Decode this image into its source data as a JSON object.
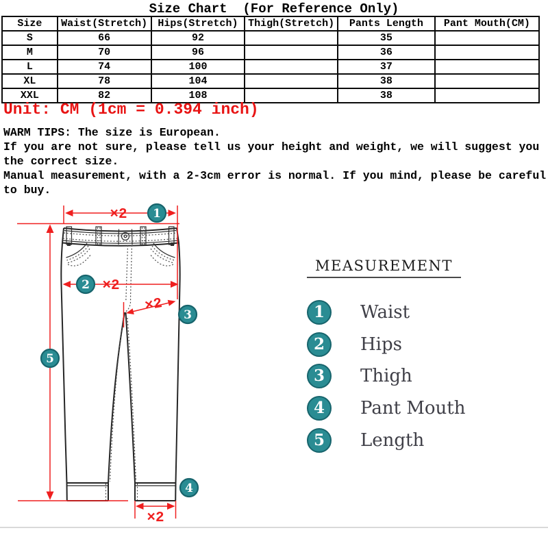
{
  "title": "Size Chart  (For Reference Only)",
  "table": {
    "headers": [
      "Size",
      "Waist(Stretch)",
      "Hips(Stretch)",
      "Thigh(Stretch)",
      "Pants Length",
      "Pant Mouth(CM)"
    ],
    "rows": [
      [
        "S",
        "66",
        "92",
        "",
        "35",
        ""
      ],
      [
        "M",
        "70",
        "96",
        "",
        "36",
        ""
      ],
      [
        "L",
        "74",
        "100",
        "",
        "37",
        ""
      ],
      [
        "XL",
        "78",
        "104",
        "",
        "38",
        ""
      ],
      [
        "XXL",
        "82",
        "108",
        "",
        "38",
        ""
      ]
    ]
  },
  "notes": {
    "unit_line": "Unit: CM (1cm = 0.394 inch)",
    "tip_lines": [
      "WARM TIPS: The size is European.",
      "If you are not sure, please tell us your height and weight, we will suggest you",
      "the correct size.",
      "Manual measurement, with a 2-3cm error is normal. If you mind, please be careful",
      "to buy."
    ]
  },
  "diagram": {
    "multiplier_label": "×2",
    "markers": {
      "waist": "1",
      "hips": "2",
      "thigh": "3",
      "pant_mouth": "4",
      "length": "5"
    }
  },
  "legend": {
    "title": "MEASUREMENT",
    "items": [
      {
        "num": "1",
        "label": "Waist"
      },
      {
        "num": "2",
        "label": "Hips"
      },
      {
        "num": "3",
        "label": "Thigh"
      },
      {
        "num": "4",
        "label": "Pant Mouth"
      },
      {
        "num": "5",
        "label": "Length"
      }
    ]
  },
  "colors": {
    "accent_red": "#ef1f1f",
    "marker_teal": "#2a8c93",
    "marker_teal_border": "#17646c",
    "unit_text_red": "#e81414"
  }
}
